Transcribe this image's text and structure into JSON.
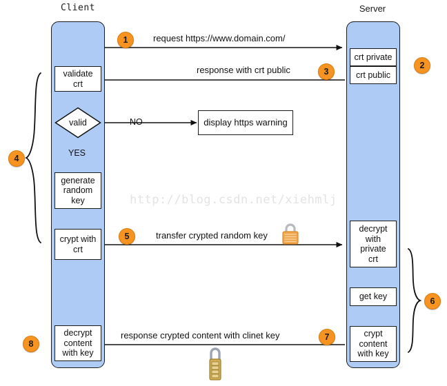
{
  "diagram": {
    "title_client": "Client",
    "title_server": "Server",
    "watermark": "http://blog.csdn.net/xiehmlj",
    "accent_color": "#f79421",
    "lifeline_color": "#aecbf5",
    "stroke_color": "#1a1a1a"
  },
  "badges": [
    {
      "id": "1",
      "label": "1"
    },
    {
      "id": "2",
      "label": "2"
    },
    {
      "id": "3",
      "label": "3"
    },
    {
      "id": "4",
      "label": "4"
    },
    {
      "id": "5",
      "label": "5"
    },
    {
      "id": "6",
      "label": "6"
    },
    {
      "id": "7",
      "label": "7"
    },
    {
      "id": "8",
      "label": "8"
    }
  ],
  "messages": [
    {
      "id": "m1",
      "label": "request https://www.domain.com/",
      "direction": "client-to-server"
    },
    {
      "id": "m3",
      "label": "response with crt public",
      "direction": "server-to-client"
    },
    {
      "id": "m5",
      "label": "transfer crypted random key",
      "direction": "client-to-server"
    },
    {
      "id": "m7",
      "label": "response crypted content with clinet key",
      "direction": "server-to-client"
    }
  ],
  "client_steps": [
    {
      "id": "validate-crt",
      "label": "validate\ncrt"
    },
    {
      "id": "valid-decision",
      "label": "valid"
    },
    {
      "id": "generate-random-key",
      "label": "generate\nrandom\nkey"
    },
    {
      "id": "crypt-with-crt",
      "label": "crypt with\ncrt"
    },
    {
      "id": "decrypt-content-with-key",
      "label": "decrypt\ncontent\nwith key"
    }
  ],
  "server_steps": [
    {
      "id": "crt-private",
      "label": "crt private"
    },
    {
      "id": "crt-public",
      "label": "crt public"
    },
    {
      "id": "decrypt-with-private-crt",
      "label": "decrypt\nwith\nprivate\ncrt"
    },
    {
      "id": "get-key",
      "label": "get key"
    },
    {
      "id": "crypt-content-with-key",
      "label": "crypt\ncontent\nwith key"
    }
  ],
  "branches": {
    "no_label": "NO",
    "yes_label": "YES",
    "warning_box": "display https warning"
  },
  "icons": {
    "lock_transfer": "padlock-icon",
    "lock_response": "combination-padlock-icon"
  }
}
